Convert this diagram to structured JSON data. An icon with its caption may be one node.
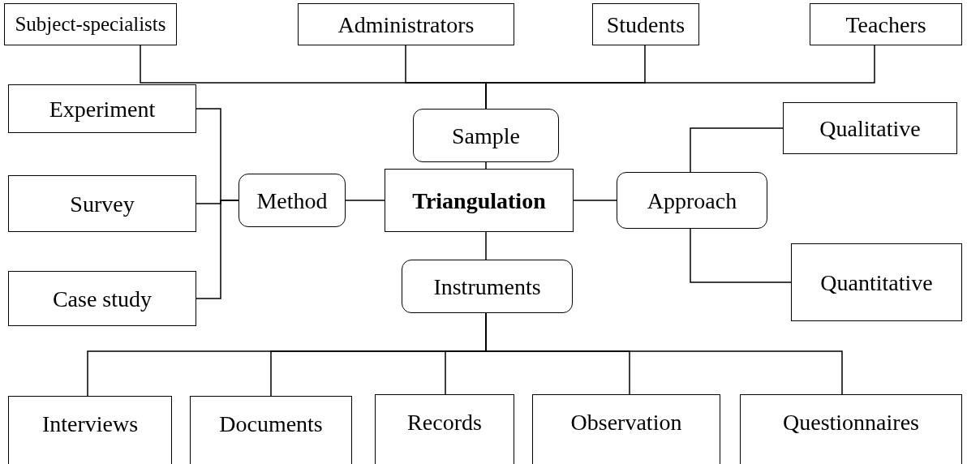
{
  "diagram": {
    "nodes": [
      {
        "text": [
          "Subject-specialists"
        ]
      },
      {
        "text": [
          "Administrators"
        ]
      },
      {
        "text": [
          "Students"
        ]
      },
      {
        "text": [
          "Teachers"
        ]
      },
      {
        "text": [
          "Experiment"
        ]
      },
      {
        "text": [
          "Sample"
        ]
      },
      {
        "text": [
          "Qualitative"
        ]
      },
      {
        "text": [
          "Survey"
        ]
      },
      {
        "text": [
          "Method"
        ]
      },
      {
        "text": [
          "Triangulation"
        ]
      },
      {
        "text": [
          "Approach"
        ]
      },
      {
        "text": [
          "Case study"
        ]
      },
      {
        "text": [
          "Instruments"
        ]
      },
      {
        "text": [
          "Quantitative"
        ]
      },
      {
        "text": [
          "Interviews"
        ]
      },
      {
        "text": [
          "Documents"
        ]
      },
      {
        "text": [
          "Records"
        ]
      },
      {
        "text": [
          "Observation"
        ]
      },
      {
        "text": [
          "Questionnaires"
        ]
      }
    ],
    "edges": [
      {
        "from": 5,
        "to": 0,
        "arrow": "none"
      },
      {
        "from": 5,
        "to": 1,
        "arrow": "none"
      },
      {
        "from": 5,
        "to": 2,
        "arrow": "none"
      },
      {
        "from": 5,
        "to": 3,
        "arrow": "none"
      },
      {
        "from": 9,
        "to": 5,
        "arrow": "none"
      },
      {
        "from": 9,
        "to": 8,
        "arrow": "none"
      },
      {
        "from": 9,
        "to": 10,
        "arrow": "none"
      },
      {
        "from": 9,
        "to": 12,
        "arrow": "none"
      },
      {
        "from": 8,
        "to": 4,
        "arrow": "none"
      },
      {
        "from": 8,
        "to": 7,
        "arrow": "none"
      },
      {
        "from": 8,
        "to": 11,
        "arrow": "none"
      },
      {
        "from": 10,
        "to": 6,
        "arrow": "none"
      },
      {
        "from": 10,
        "to": 13,
        "arrow": "none"
      },
      {
        "from": 12,
        "to": 14,
        "arrow": "none"
      },
      {
        "from": 12,
        "to": 15,
        "arrow": "none"
      },
      {
        "from": 12,
        "to": 16,
        "arrow": "none"
      },
      {
        "from": 12,
        "to": 17,
        "arrow": "none"
      },
      {
        "from": 12,
        "to": 18,
        "arrow": "none"
      }
    ]
  }
}
